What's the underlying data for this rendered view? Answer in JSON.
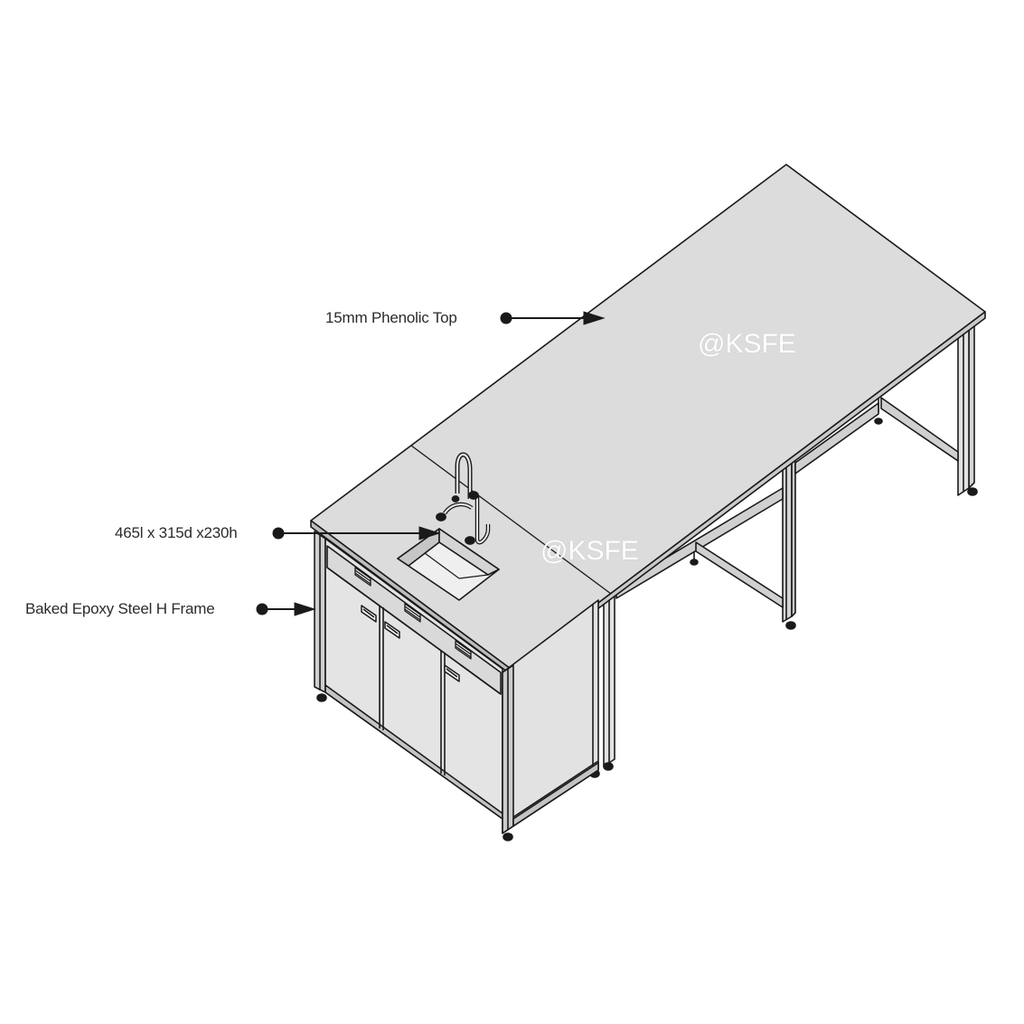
{
  "callouts": {
    "top": "15mm Phenolic Top",
    "sink": "465l x 315d x230h",
    "frame": "Baked Epoxy Steel H Frame"
  },
  "watermarks": [
    "@KSFE",
    "@KSFE"
  ],
  "colors": {
    "line": "#1a1a1a",
    "surface": "#dcdcdc",
    "panel": "#e2e2e2",
    "frame_face": "#c9c9c9",
    "background": "#ffffff",
    "watermark": "#ffffff"
  }
}
